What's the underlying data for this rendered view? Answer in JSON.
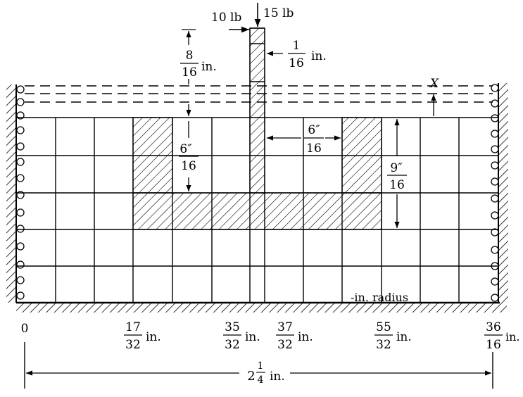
{
  "loads": {
    "horizontal": "10 lb",
    "vertical": "15 lb"
  },
  "dimensions": {
    "post_height": {
      "num": "8",
      "den": "16",
      "unit": "in."
    },
    "post_width": {
      "num": "1",
      "den": "16",
      "unit": "in."
    },
    "water_level": "X",
    "block_height": {
      "num": "6",
      "prime": "″",
      "den": "16"
    },
    "gap_width": {
      "num": "6",
      "prime": "″",
      "den": "16"
    },
    "depth": {
      "num": "9",
      "prime": "″",
      "den": "16"
    },
    "radius_note": "-in. radius"
  },
  "axis": {
    "origin": "0",
    "unit": "in.",
    "ticks": [
      {
        "num": "17",
        "den": "32"
      },
      {
        "num": "35",
        "den": "32"
      },
      {
        "num": "37",
        "den": "32"
      },
      {
        "num": "55",
        "den": "32"
      },
      {
        "num": "36",
        "den": "16"
      }
    ],
    "total": {
      "whole": "2",
      "num": "1",
      "den": "4",
      "unit": "in."
    }
  }
}
